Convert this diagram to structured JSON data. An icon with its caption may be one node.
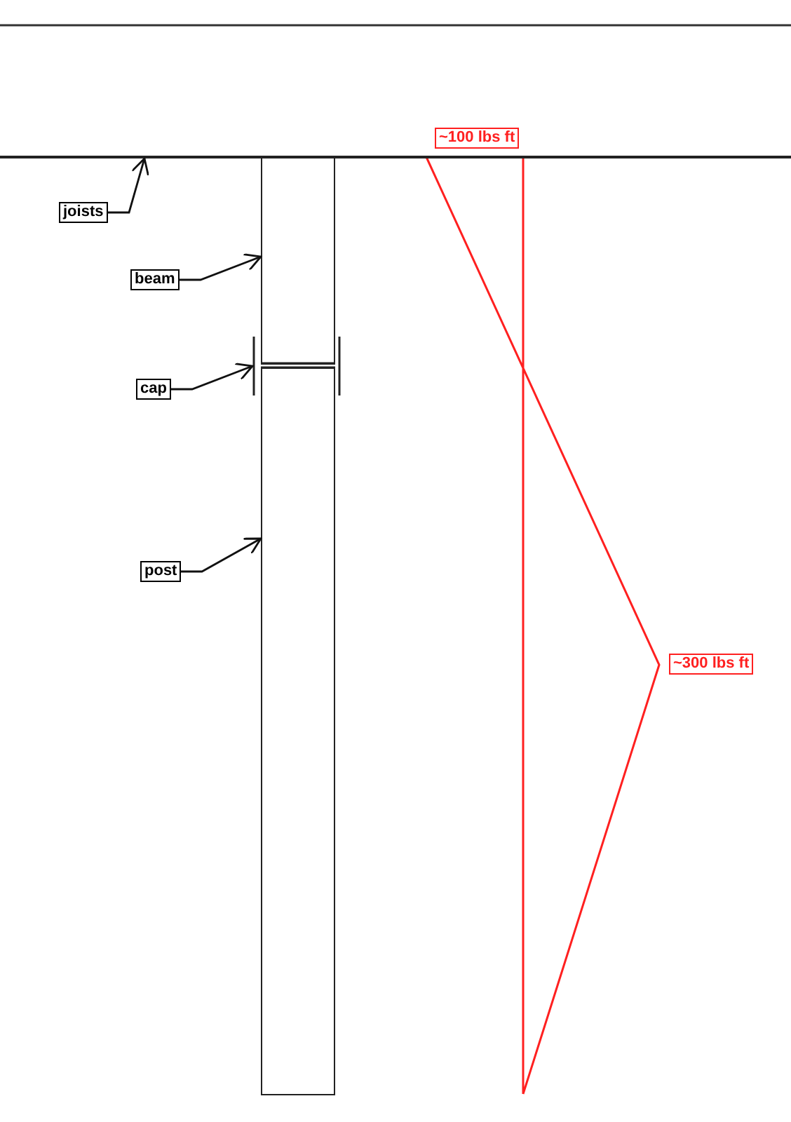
{
  "diagram": {
    "nodes": [
      {
        "text": [
          "joists"
        ]
      },
      {
        "text": [],
        "shape": "bar"
      },
      {
        "text": [
          "beam"
        ]
      },
      {
        "text": [],
        "shape": "box"
      },
      {
        "text": [
          "cap"
        ]
      },
      {
        "text": [],
        "shape": "bar"
      },
      {
        "text": [
          "post"
        ]
      },
      {
        "text": [],
        "shape": "box"
      },
      {
        "text": [
          "~100 lbs ft"
        ]
      },
      {
        "text": [
          "~300 lbs ft"
        ]
      }
    ],
    "edges": [
      {
        "from": 0,
        "to": 1,
        "arrow": "to"
      },
      {
        "from": 2,
        "to": 3,
        "arrow": "to"
      },
      {
        "from": 4,
        "to": 5,
        "arrow": "to"
      },
      {
        "from": 6,
        "to": 7,
        "arrow": "to"
      }
    ]
  }
}
